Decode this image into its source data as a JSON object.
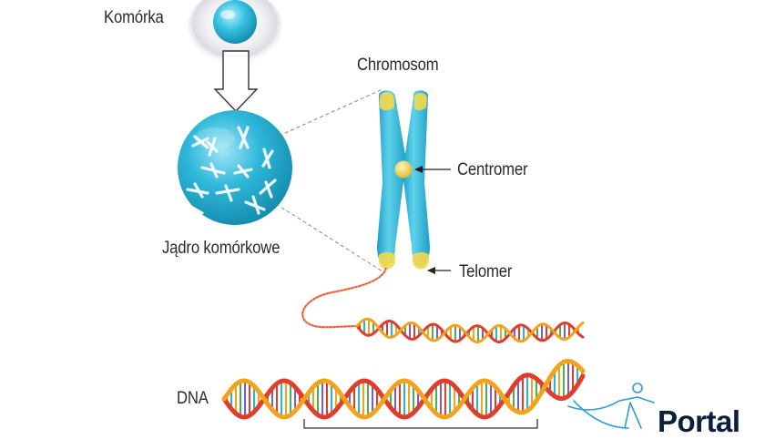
{
  "labels": {
    "cell": "Komórka",
    "nucleus": "Jądro komórkowe",
    "chromosome": "Chromosom",
    "centromere": "Centromer",
    "telomere": "Telomer",
    "dna": "DNA"
  },
  "logo": {
    "text": "Portal"
  },
  "colors": {
    "cyan": "#2ab3d3",
    "cyan_light": "#8fdcec",
    "yellow": "#f5d84a",
    "dna_red": "#e23c2a",
    "dna_orange": "#f4a21c",
    "logo_blue": "#2a9fd6",
    "logo_dark": "#0b1f3a"
  },
  "icons": [
    "down-arrow-icon",
    "chromosome-x-icon",
    "dna-helix-icon",
    "logo-figure-icon"
  ]
}
